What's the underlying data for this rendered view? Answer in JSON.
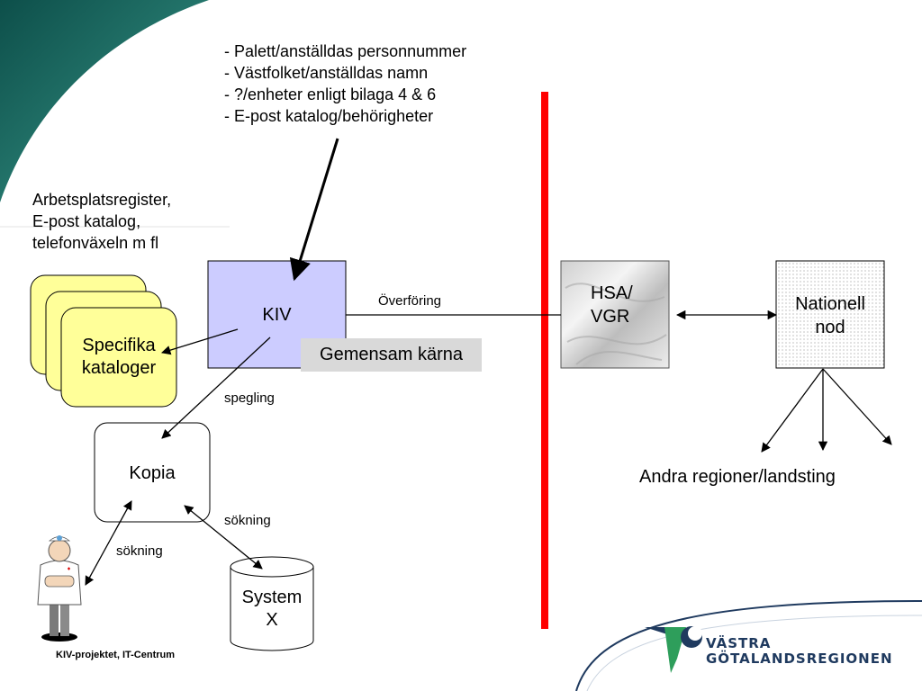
{
  "source_note": [
    "Arbetsplatsregister,",
    "E-post katalog,",
    "telefonväxeln m fl"
  ],
  "input_notes": [
    "- Palett/anställdas personnummer",
    "- Västfolket/anställdas namn",
    "- ?/enheter enligt bilaga 4 & 6",
    "- E-post katalog/behörigheter"
  ],
  "nodes": {
    "specifika": [
      "Specifika",
      "kataloger"
    ],
    "kiv": "KIV",
    "gemensam": "Gemensam kärna",
    "kopia": "Kopia",
    "system_x": [
      "System",
      "X"
    ],
    "hsa": [
      "HSA/",
      "VGR"
    ],
    "nationell": [
      "Nationell",
      "nod"
    ]
  },
  "edge_labels": {
    "overforing": "Överföring",
    "spegling": "spegling",
    "sokning_db": "sökning",
    "sokning_user": "sökning"
  },
  "regions_label": "Andra regioner/landsting",
  "footer": "KIV-projektet, IT-Centrum",
  "logo": {
    "line1": "VÄSTRA",
    "line2": "GÖTALANDSREGIONEN"
  },
  "colors": {
    "accent_green": "#1b6b63",
    "kiv_fill": "#ccccff",
    "catalog_fill": "#ffff99",
    "border_red": "#ff0000",
    "logo_blue": "#1f3a5f",
    "logo_green": "#2e9e5b"
  }
}
